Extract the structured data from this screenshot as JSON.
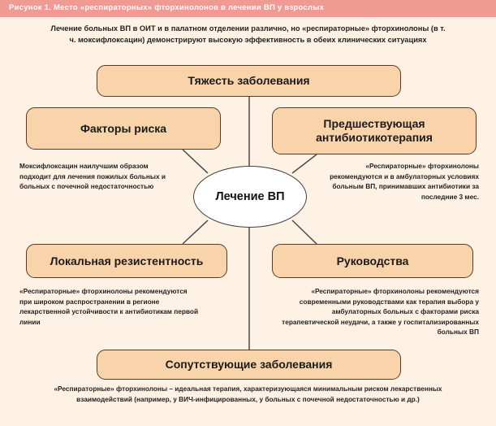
{
  "header": {
    "title": "Рисунок 1. Место «респираторных» фторхинолонов в лечении ВП у взрослых",
    "band_color": "#ef9a93",
    "text_color": "#ffffff"
  },
  "canvas": {
    "background_color": "#fdf2e4",
    "box_fill_color": "#f9d4ab",
    "box_border_color": "#5b3a23",
    "center_fill_color": "#ffffff",
    "text_color": "#231f20"
  },
  "intro": "Лечение больных ВП в ОИТ и в палатном отделении различно, но «респираторные» фторхинолоны (в т. ч. моксифлоксацин) демонстрируют высокую эффективность в обеих клинических ситуациях",
  "center": {
    "label": "Лечение ВП"
  },
  "boxes": {
    "severity": "Тяжесть заболевания",
    "risk_factors": "Факторы риска",
    "prior_antibiotic_therapy": "Предшествующая антибиотикотерапия",
    "local_resistance": "Локальная резистентность",
    "guidelines": "Руководства",
    "comorbidities": "Сопутствующие заболевания"
  },
  "notes": {
    "left_top": "Моксифлоксацин наилучшим образом подходит для лечения пожилых больных и больных с почечной недостаточностью",
    "right_top": "«Респираторные» фторхинолоны рекомендуются и в амбулаторных условиях больным ВП, принимавших антибиотики за последние 3 мес.",
    "left_bottom": "«Респираторные» фторхинолоны рекомендуются при широком распространении в регионе лекарственной устойчивости к антибиотикам первой линии",
    "right_bottom": "«Респираторные» фторхинолоны рекомендуются современными руководствами как терапия выбора у амбулаторных больных с факторами риска терапевтической неудачи, а также у госпитализированных больных ВП",
    "bottom": "«Респираторные» фторхинолоны – идеальная терапия, характеризующаяся минимальным риском лекарственных взаимодействий (например, у ВИЧ-инфицированных, у больных с почечной недостаточностью и др.)"
  }
}
